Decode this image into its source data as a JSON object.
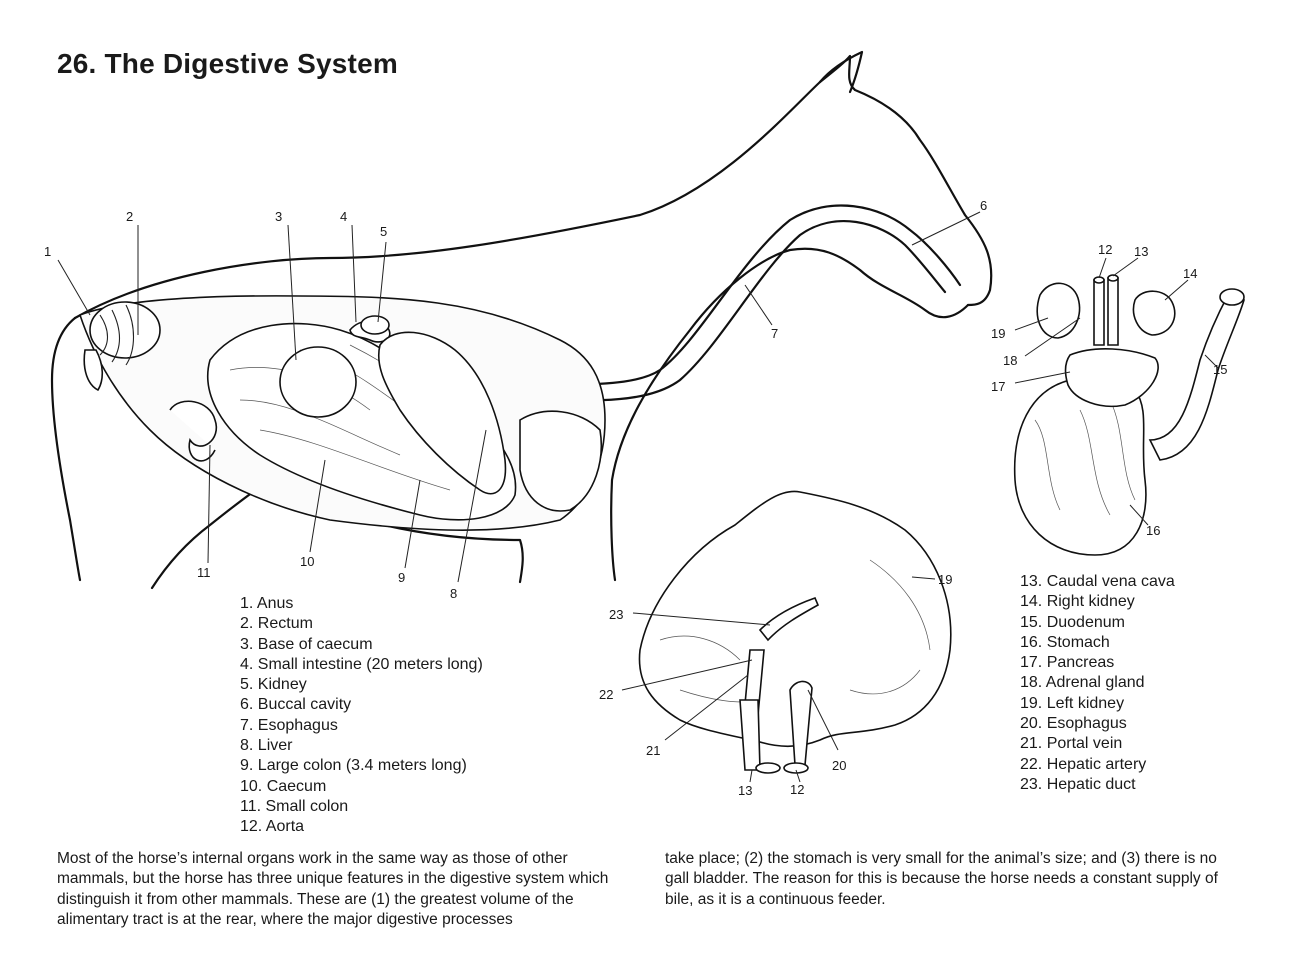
{
  "title": "26. The Digestive System",
  "horse_labels": [
    "1",
    "2",
    "3",
    "4",
    "5",
    "6",
    "7",
    "8",
    "9",
    "10",
    "11"
  ],
  "kidney_labels": [
    "12",
    "13",
    "14",
    "15",
    "16",
    "17",
    "18",
    "19"
  ],
  "liver_labels": [
    "19",
    "20",
    "21",
    "22",
    "23",
    "13",
    "12"
  ],
  "legend_left": [
    "1. Anus",
    "2. Rectum",
    "3. Base of caecum",
    "4. Small intestine (20 meters long)",
    "5. Kidney",
    "6. Buccal cavity",
    "7. Esophagus",
    "8. Liver",
    "9. Large colon (3.4 meters long)",
    "10. Caecum",
    "11. Small colon",
    "12. Aorta"
  ],
  "legend_right": [
    "13. Caudal vena cava",
    "14. Right kidney",
    "15. Duodenum",
    "16. Stomach",
    "17. Pancreas",
    "18. Adrenal gland",
    "19. Left kidney",
    "20. Esophagus",
    "21. Portal vein",
    "22. Hepatic artery",
    "23. Hepatic duct"
  ],
  "paragraph_left": "Most of the horse’s internal organs work in the same way as those of other mammals, but the horse has three unique features in the digestive system which distinguish it from other mammals. These are (1) the greatest volume of the alimentary tract is at the rear, where the major digestive processes",
  "paragraph_right": "take place; (2) the stomach is very small for the animal’s size; and (3) there is no gall bladder. The reason for this is because the horse needs a constant supply of bile, as it is a continuous feeder."
}
